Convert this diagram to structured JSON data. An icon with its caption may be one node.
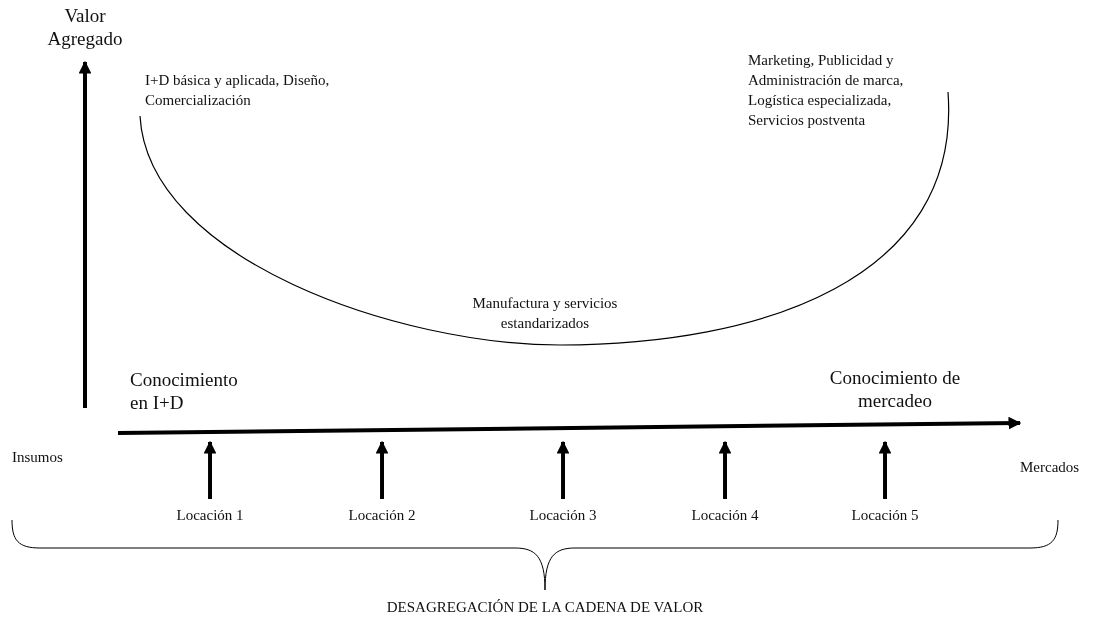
{
  "diagram": {
    "nodes": [
      {
        "text": [
          "Locación 1"
        ]
      },
      {
        "text": [
          "Locación 2"
        ]
      },
      {
        "text": [
          "Locación 3"
        ]
      },
      {
        "text": [
          "Locación 4"
        ]
      },
      {
        "text": [
          "Locación 5"
        ]
      }
    ],
    "edges": [
      {
        "from": 0,
        "to": null,
        "arrow": "to"
      },
      {
        "from": 1,
        "to": null,
        "arrow": "to"
      },
      {
        "from": 2,
        "to": null,
        "arrow": "to"
      },
      {
        "from": 3,
        "to": null,
        "arrow": "to"
      },
      {
        "from": 4,
        "to": null,
        "arrow": "to"
      }
    ],
    "labels": [
      "Valor Agregado",
      "I+D básica y aplicada, Diseño, Comercialización",
      "Marketing, Publicidad y Administración de marca, Logística especializada, Servicios postventa",
      "Manufactura y servicios estandarizados",
      "Conocimiento en I+D",
      "Conocimiento de mercadeo",
      "Insumos",
      "Mercados",
      "DESAGREGACIÓN DE LA CADENA DE VALOR"
    ]
  }
}
